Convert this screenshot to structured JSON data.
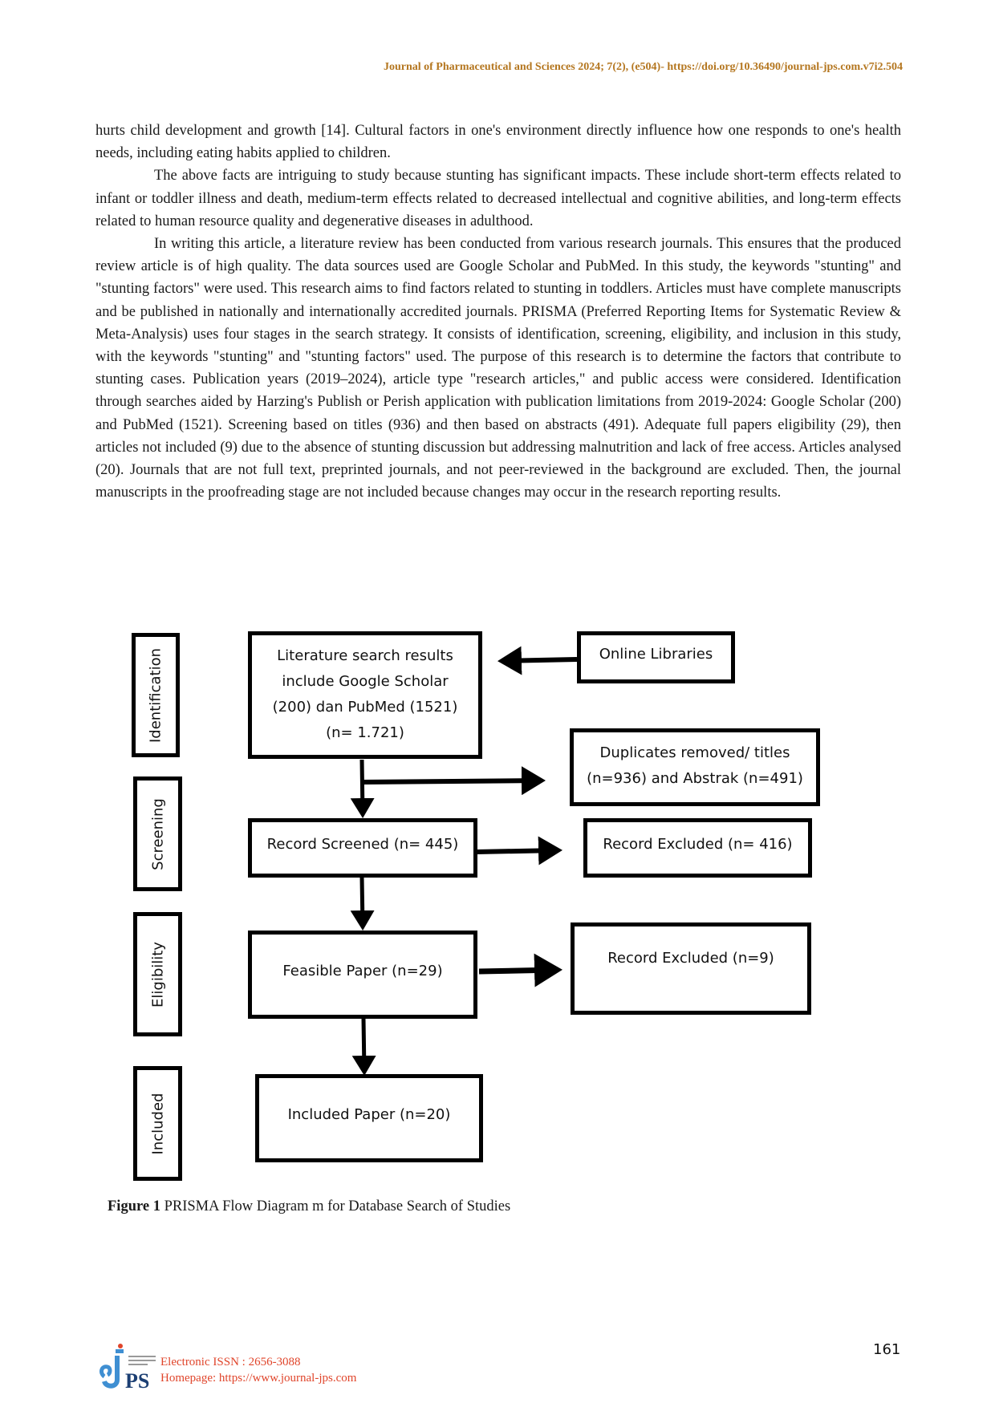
{
  "header": {
    "running_head": "Journal of Pharmaceutical and Sciences 2024; 7(2), (e504)- https://doi.org/10.36490/journal-jps.com.v7i2.504"
  },
  "body": {
    "paragraphs": [
      "hurts child development and growth [14]. Cultural factors in one's environment directly influence how one responds to one's health needs, including eating habits applied to children.",
      "The above facts are intriguing to study because stunting has significant impacts. These include short-term effects related to infant or toddler illness and death, medium-term effects related to decreased intellectual and cognitive abilities, and long-term effects related to human resource quality and degenerative diseases in adulthood.",
      "In writing this article, a literature review has been conducted from various research journals. This ensures that the produced review article is of high quality. The data sources used are Google Scholar and PubMed. In this study, the keywords \"stunting\" and \"stunting factors\" were used. This research aims to find factors related to stunting in toddlers. Articles must have complete manuscripts and be published in nationally and internationally accredited journals. PRISMA (Preferred Reporting Items for Systematic Review & Meta-Analysis) uses four stages in the search strategy. It consists of identification, screening, eligibility, and inclusion in this study, with the keywords \"stunting\" and \"stunting factors\" used. The purpose of this research is to determine the factors that contribute to stunting cases. Publication years (2019–2024), article type \"research articles,\" and public access were considered. Identification through searches aided by Harzing's Publish or Perish application with publication limitations from 2019-2024: Google Scholar (200) and PubMed (1521). Screening based on titles (936) and then based on abstracts (491). Adequate full papers eligibility (29), then articles not included (9) due to the absence of stunting discussion but addressing malnutrition and lack of free access. Articles analysed (20). Journals that are not full text, preprinted journals, and not peer-reviewed in the background are excluded. Then, the journal manuscripts in the proofreading stage are not included because changes may occur in the research reporting results."
    ]
  },
  "diagram": {
    "stages": {
      "identification": "Identification",
      "screening": "Screening",
      "eligibility": "Eligibility",
      "included": "Included"
    },
    "boxes": {
      "literature_search": [
        "Literature search results",
        "include Google Scholar",
        "(200) dan PubMed (1521)",
        "(n= 1.721)"
      ],
      "online_libraries": "Online Libraries",
      "duplicates_removed": [
        "Duplicates removed/ titles",
        "(n=936) and Abstrak (n=491)"
      ],
      "record_screened": "Record Screened (n= 445)",
      "record_excluded_416": "Record Excluded (n= 416)",
      "feasible_paper": "Feasible Paper (n=29)",
      "record_excluded_9": "Record Excluded (n=9)",
      "included_paper": "Included Paper (n=20)"
    }
  },
  "caption": {
    "label": "Figure 1",
    "text": " PRISMA Flow Diagram m for Database Search of Studies"
  },
  "footer": {
    "issn": "Electronic ISSN : 2656-3088",
    "homepage": "Homepage: https://www.journal-jps.com",
    "page_number": "161",
    "logo_text": "PS"
  },
  "colors": {
    "header": "#b4761f",
    "footer_text": "#e0452b",
    "logo_blue": "#3f8fd2"
  }
}
